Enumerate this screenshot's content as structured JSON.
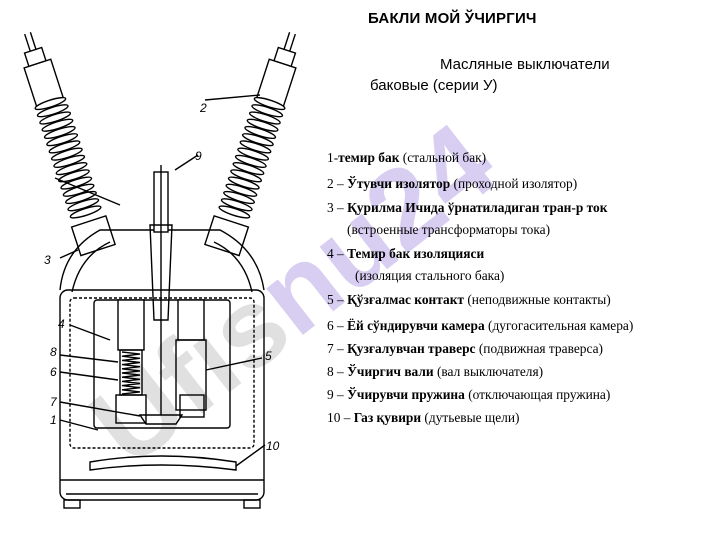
{
  "title": "БАКЛИ МОЙ ЎЧИРГИЧ",
  "subtitle": {
    "line1": "Масляные выключатели",
    "line2": "баковые  (серии У)"
  },
  "legend": [
    {
      "num": "1-",
      "bold": "темир бак",
      "rest": " (стальной бак)"
    },
    {
      "num": "2 – ",
      "bold": "Ўтувчи изолятор",
      "rest": " (проходной изолятор)"
    },
    {
      "num": "3 –  ",
      "bold": "Қурилма Ичида ўрнатиладиган тран-р  ток",
      "rest": "",
      "sub": "(встроенные трансформаторы тока)"
    },
    {
      "num": "4 – ",
      "bold": "Темир бак изоляцияси",
      "rest": "",
      "sub": " (изоляция стального бака)"
    },
    {
      "num": "5 – ",
      "bold": "Қўзғалмас контакт",
      "rest": " (неподвижные контакты)"
    },
    {
      "num": "6 – ",
      "bold": "Ёй сўндирувчи камера",
      "rest": " (дугогасительная камера)"
    },
    {
      "num": "7 – ",
      "bold": "Қузғалувчан траверс",
      "rest": " (подвижная  траверса)"
    },
    {
      "num": "8 – ",
      "bold": "Ўчиргич вали",
      "rest": " (вал выключателя)"
    },
    {
      "num": "9 – ",
      "bold": "Ўчирувчи пружина",
      "rest": " (отключающая  пружина)"
    },
    {
      "num": "10 – ",
      "bold": "Газ қувири",
      "rest": " (дутьевые щели)"
    }
  ],
  "diagram_labels": [
    "1",
    "2",
    "3",
    "4",
    "5",
    "6",
    "7",
    "8",
    "9",
    "10"
  ],
  "watermark": "Ufisnu24",
  "colors": {
    "watermark_purple": "#b9a7e6",
    "watermark_grey": "#c8c8c8",
    "ink": "#000000"
  }
}
